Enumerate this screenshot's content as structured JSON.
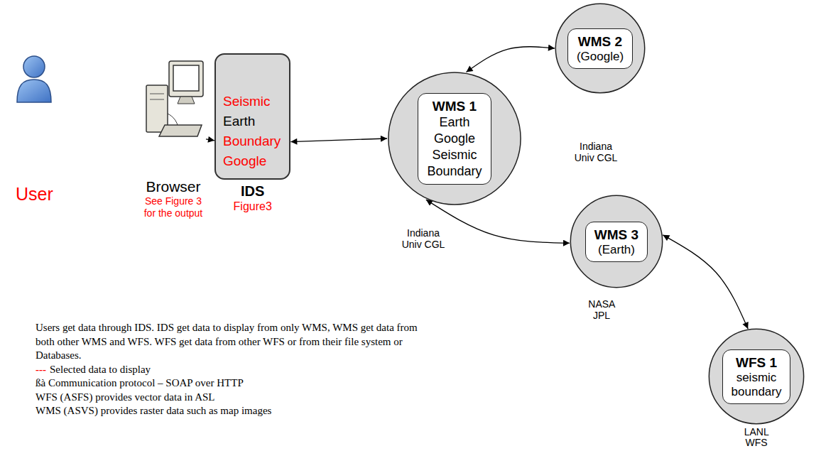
{
  "diagram": {
    "nodes": [
      {
        "text": [
          "Browser",
          "See Figure 3 for the output"
        ]
      },
      {
        "text": [
          "Seismic",
          "Earth",
          "Boundary",
          "Google",
          "IDS",
          "Figure3"
        ]
      },
      {
        "text": [
          "Indiana Univ CGL"
        ]
      },
      {
        "text": [
          "WMS 1",
          "Earth Google Seismic Boundary"
        ],
        "in": 2
      },
      {
        "text": [
          "Indiana Univ CGL"
        ]
      },
      {
        "text": [
          "WMS 2",
          "(Google)"
        ],
        "in": 4
      },
      {
        "text": [
          "NASA JPL"
        ]
      },
      {
        "text": [
          "WMS 3",
          "(Earth)"
        ],
        "in": 6
      },
      {
        "text": [
          "LANL WFS"
        ]
      },
      {
        "text": [
          "WFS 1",
          "seismic boundary"
        ],
        "in": 8
      }
    ],
    "edges": [
      {
        "from": 0,
        "to": 1,
        "arrow": "to"
      },
      {
        "from": 1,
        "to": 2,
        "arrow": "both"
      },
      {
        "from": 2,
        "to": 4,
        "arrow": "both"
      },
      {
        "from": 2,
        "to": 6,
        "arrow": "both"
      },
      {
        "from": 6,
        "to": 8,
        "arrow": "both"
      }
    ],
    "labels": [
      "User",
      "Users get data through IDS. IDS get data to display from only WMS, WMS get data from both other WMS and WFS. WFS get data from other WFS or from their file system or Databases.",
      "---",
      "Selected data to display",
      "ßà Communication protocol – SOAP over HTTP",
      "WFS (ASFS) provides vector data in ASL",
      "WMS (ASVS) provides raster data such as map images"
    ]
  }
}
